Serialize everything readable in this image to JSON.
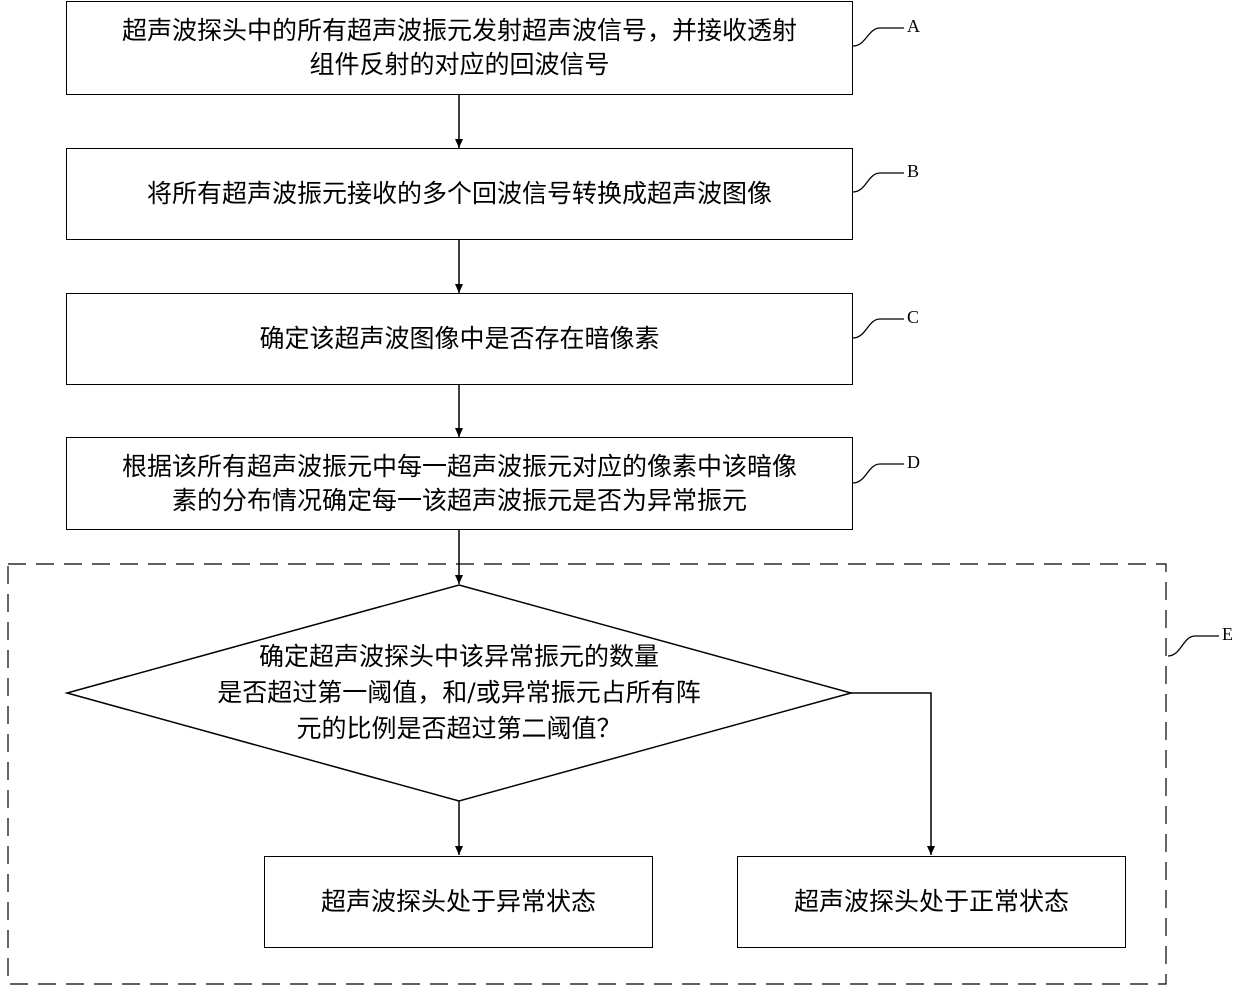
{
  "steps": {
    "A": {
      "label": "A",
      "lines": [
        "超声波探头中的所有超声波振元发射超声波信号，并接收透射",
        "组件反射的对应的回波信号"
      ]
    },
    "B": {
      "label": "B",
      "lines": [
        "将所有超声波振元接收的多个回波信号转换成超声波图像"
      ]
    },
    "C": {
      "label": "C",
      "lines": [
        "确定该超声波图像中是否存在暗像素"
      ]
    },
    "D": {
      "label": "D",
      "lines": [
        "根据该所有超声波振元中每一超声波振元对应的像素中该暗像",
        "素的分布情况确定每一该超声波振元是否为异常振元"
      ]
    }
  },
  "group_e": {
    "label": "E",
    "decision": {
      "lines": [
        "确定超声波探头中该异常振元的数量",
        "是否超过第一阈值，和/或异常振元占所有阵",
        "元的比例是否超过第二阈值？"
      ]
    },
    "outcome_abnormal": "超声波探头处于异常状态",
    "outcome_normal": "超声波探头处于正常状态"
  }
}
